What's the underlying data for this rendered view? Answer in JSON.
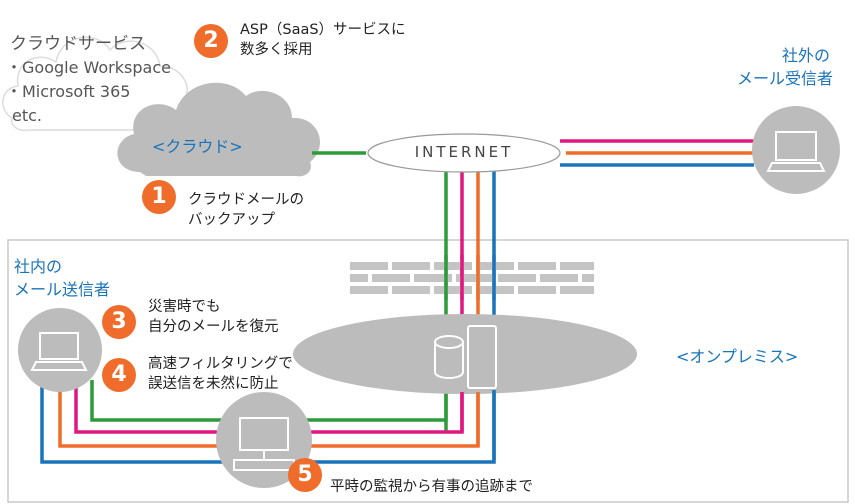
{
  "cloud_services": {
    "title": "クラウドサービス",
    "items": [
      "・Google Workspace",
      "・Microsoft 365",
      "etc."
    ]
  },
  "cloud": {
    "label": "<クラウド>"
  },
  "internet": {
    "label": "INTERNET"
  },
  "external": {
    "line1": "社外の",
    "line2": "メール受信者"
  },
  "internal": {
    "line1": "社内の",
    "line2": "メール送信者"
  },
  "onpremise": {
    "label": "<オンプレミス>"
  },
  "points": [
    {
      "number": "1",
      "line1": "クラウドメールの",
      "line2": "バックアップ"
    },
    {
      "number": "2",
      "line1": "ASP（SaaS）サービスに",
      "line2": "数多く採用"
    },
    {
      "number": "3",
      "line1": "災害時でも",
      "line2": "自分のメールを復元"
    },
    {
      "number": "4",
      "line1": "高速フィルタリングで",
      "line2": "誤送信を未然に防止"
    },
    {
      "number": "5",
      "line1": "平時の監視から有事の追跡まで",
      "line2": ""
    }
  ],
  "colors": {
    "green": "#2e9b3b",
    "magenta": "#e0177f",
    "orange": "#ef6c2a",
    "blue": "#1a74bb",
    "gray_shape": "#bcbcbc",
    "accent": "#ef6c2a"
  }
}
